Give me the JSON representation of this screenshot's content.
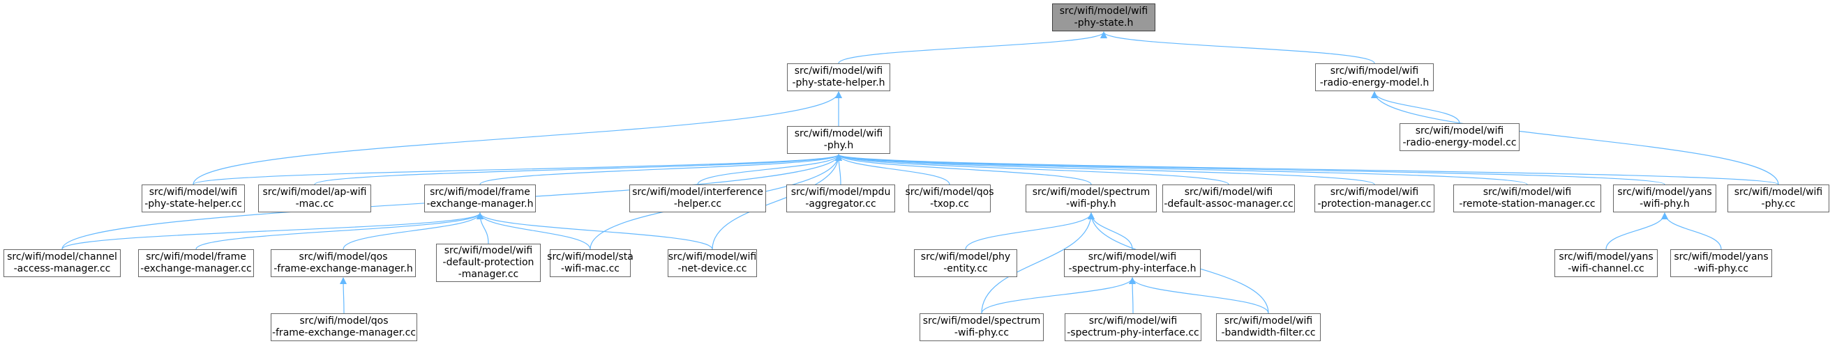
{
  "graph": {
    "colors": {
      "edge": "#63b8ff",
      "root_fill": "#999999",
      "node_border": "#666666",
      "node_fill": "#ffffff"
    },
    "nodes": [
      {
        "id": "root",
        "label": "src/wifi/model/wifi\n-phy-state.h"
      },
      {
        "id": "psh_h",
        "label": "src/wifi/model/wifi\n-phy-state-helper.h"
      },
      {
        "id": "rem_h",
        "label": "src/wifi/model/wifi\n-radio-energy-model.h"
      },
      {
        "id": "phy_h",
        "label": "src/wifi/model/wifi\n-phy.h"
      },
      {
        "id": "rem_cc",
        "label": "src/wifi/model/wifi\n-radio-energy-model.cc"
      },
      {
        "id": "psh_cc",
        "label": "src/wifi/model/wifi\n-phy-state-helper.cc"
      },
      {
        "id": "apmac_cc",
        "label": "src/wifi/model/ap-wifi\n-mac.cc"
      },
      {
        "id": "fem_h",
        "label": "src/wifi/model/frame\n-exchange-manager.h"
      },
      {
        "id": "ihelper_cc",
        "label": "src/wifi/model/interference\n-helper.cc"
      },
      {
        "id": "mpdu_cc",
        "label": "src/wifi/model/mpdu\n-aggregator.cc"
      },
      {
        "id": "txop_cc",
        "label": "src/wifi/model/qos\n-txop.cc"
      },
      {
        "id": "swp_h",
        "label": "src/wifi/model/spectrum\n-wifi-phy.h"
      },
      {
        "id": "dam_cc",
        "label": "src/wifi/model/wifi\n-default-assoc-manager.cc"
      },
      {
        "id": "pm_cc",
        "label": "src/wifi/model/wifi\n-protection-manager.cc"
      },
      {
        "id": "rsm_cc",
        "label": "src/wifi/model/wifi\n-remote-station-manager.cc"
      },
      {
        "id": "ywp_h",
        "label": "src/wifi/model/yans\n-wifi-phy.h"
      },
      {
        "id": "phy_cc",
        "label": "src/wifi/model/wifi\n-phy.cc"
      },
      {
        "id": "cam_cc",
        "label": "src/wifi/model/channel\n-access-manager.cc"
      },
      {
        "id": "fem_cc",
        "label": "src/wifi/model/frame\n-exchange-manager.cc"
      },
      {
        "id": "qfem_h",
        "label": "src/wifi/model/qos\n-frame-exchange-manager.h"
      },
      {
        "id": "dpm_cc",
        "label": "src/wifi/model/wifi\n-default-protection\n-manager.cc"
      },
      {
        "id": "stamac_cc",
        "label": "src/wifi/model/sta\n-wifi-mac.cc"
      },
      {
        "id": "netdev_cc",
        "label": "src/wifi/model/wifi\n-net-device.cc"
      },
      {
        "id": "phyent_cc",
        "label": "src/wifi/model/phy\n-entity.cc"
      },
      {
        "id": "spi_h",
        "label": "src/wifi/model/wifi\n-spectrum-phy-interface.h"
      },
      {
        "id": "ywc_cc",
        "label": "src/wifi/model/yans\n-wifi-channel.cc"
      },
      {
        "id": "ywp_cc",
        "label": "src/wifi/model/yans\n-wifi-phy.cc"
      },
      {
        "id": "qfem_cc",
        "label": "src/wifi/model/qos\n-frame-exchange-manager.cc"
      },
      {
        "id": "swp_cc",
        "label": "src/wifi/model/spectrum\n-wifi-phy.cc"
      },
      {
        "id": "spi_cc",
        "label": "src/wifi/model/wifi\n-spectrum-phy-interface.cc"
      },
      {
        "id": "bwf_cc",
        "label": "src/wifi/model/wifi\n-bandwidth-filter.cc"
      }
    ],
    "edges": [
      [
        "psh_h",
        "root"
      ],
      [
        "rem_h",
        "root"
      ],
      [
        "phy_h",
        "psh_h"
      ],
      [
        "psh_cc",
        "psh_h"
      ],
      [
        "rem_cc",
        "rem_h"
      ],
      [
        "phy_cc",
        "rem_h"
      ],
      [
        "psh_cc",
        "phy_h"
      ],
      [
        "apmac_cc",
        "phy_h"
      ],
      [
        "fem_h",
        "phy_h"
      ],
      [
        "ihelper_cc",
        "phy_h"
      ],
      [
        "mpdu_cc",
        "phy_h"
      ],
      [
        "txop_cc",
        "phy_h"
      ],
      [
        "swp_h",
        "phy_h"
      ],
      [
        "dam_cc",
        "phy_h"
      ],
      [
        "pm_cc",
        "phy_h"
      ],
      [
        "rsm_cc",
        "phy_h"
      ],
      [
        "ywp_h",
        "phy_h"
      ],
      [
        "phy_cc",
        "phy_h"
      ],
      [
        "cam_cc",
        "phy_h"
      ],
      [
        "stamac_cc",
        "phy_h"
      ],
      [
        "netdev_cc",
        "phy_h"
      ],
      [
        "cam_cc",
        "fem_h"
      ],
      [
        "fem_cc",
        "fem_h"
      ],
      [
        "qfem_h",
        "fem_h"
      ],
      [
        "dpm_cc",
        "fem_h"
      ],
      [
        "stamac_cc",
        "fem_h"
      ],
      [
        "netdev_cc",
        "fem_h"
      ],
      [
        "qfem_cc",
        "qfem_h"
      ],
      [
        "phyent_cc",
        "swp_h"
      ],
      [
        "spi_h",
        "swp_h"
      ],
      [
        "swp_cc",
        "swp_h"
      ],
      [
        "bwf_cc",
        "swp_h"
      ],
      [
        "swp_cc",
        "spi_h"
      ],
      [
        "spi_cc",
        "spi_h"
      ],
      [
        "bwf_cc",
        "spi_h"
      ],
      [
        "ywc_cc",
        "ywp_h"
      ],
      [
        "ywp_cc",
        "ywp_h"
      ]
    ]
  }
}
